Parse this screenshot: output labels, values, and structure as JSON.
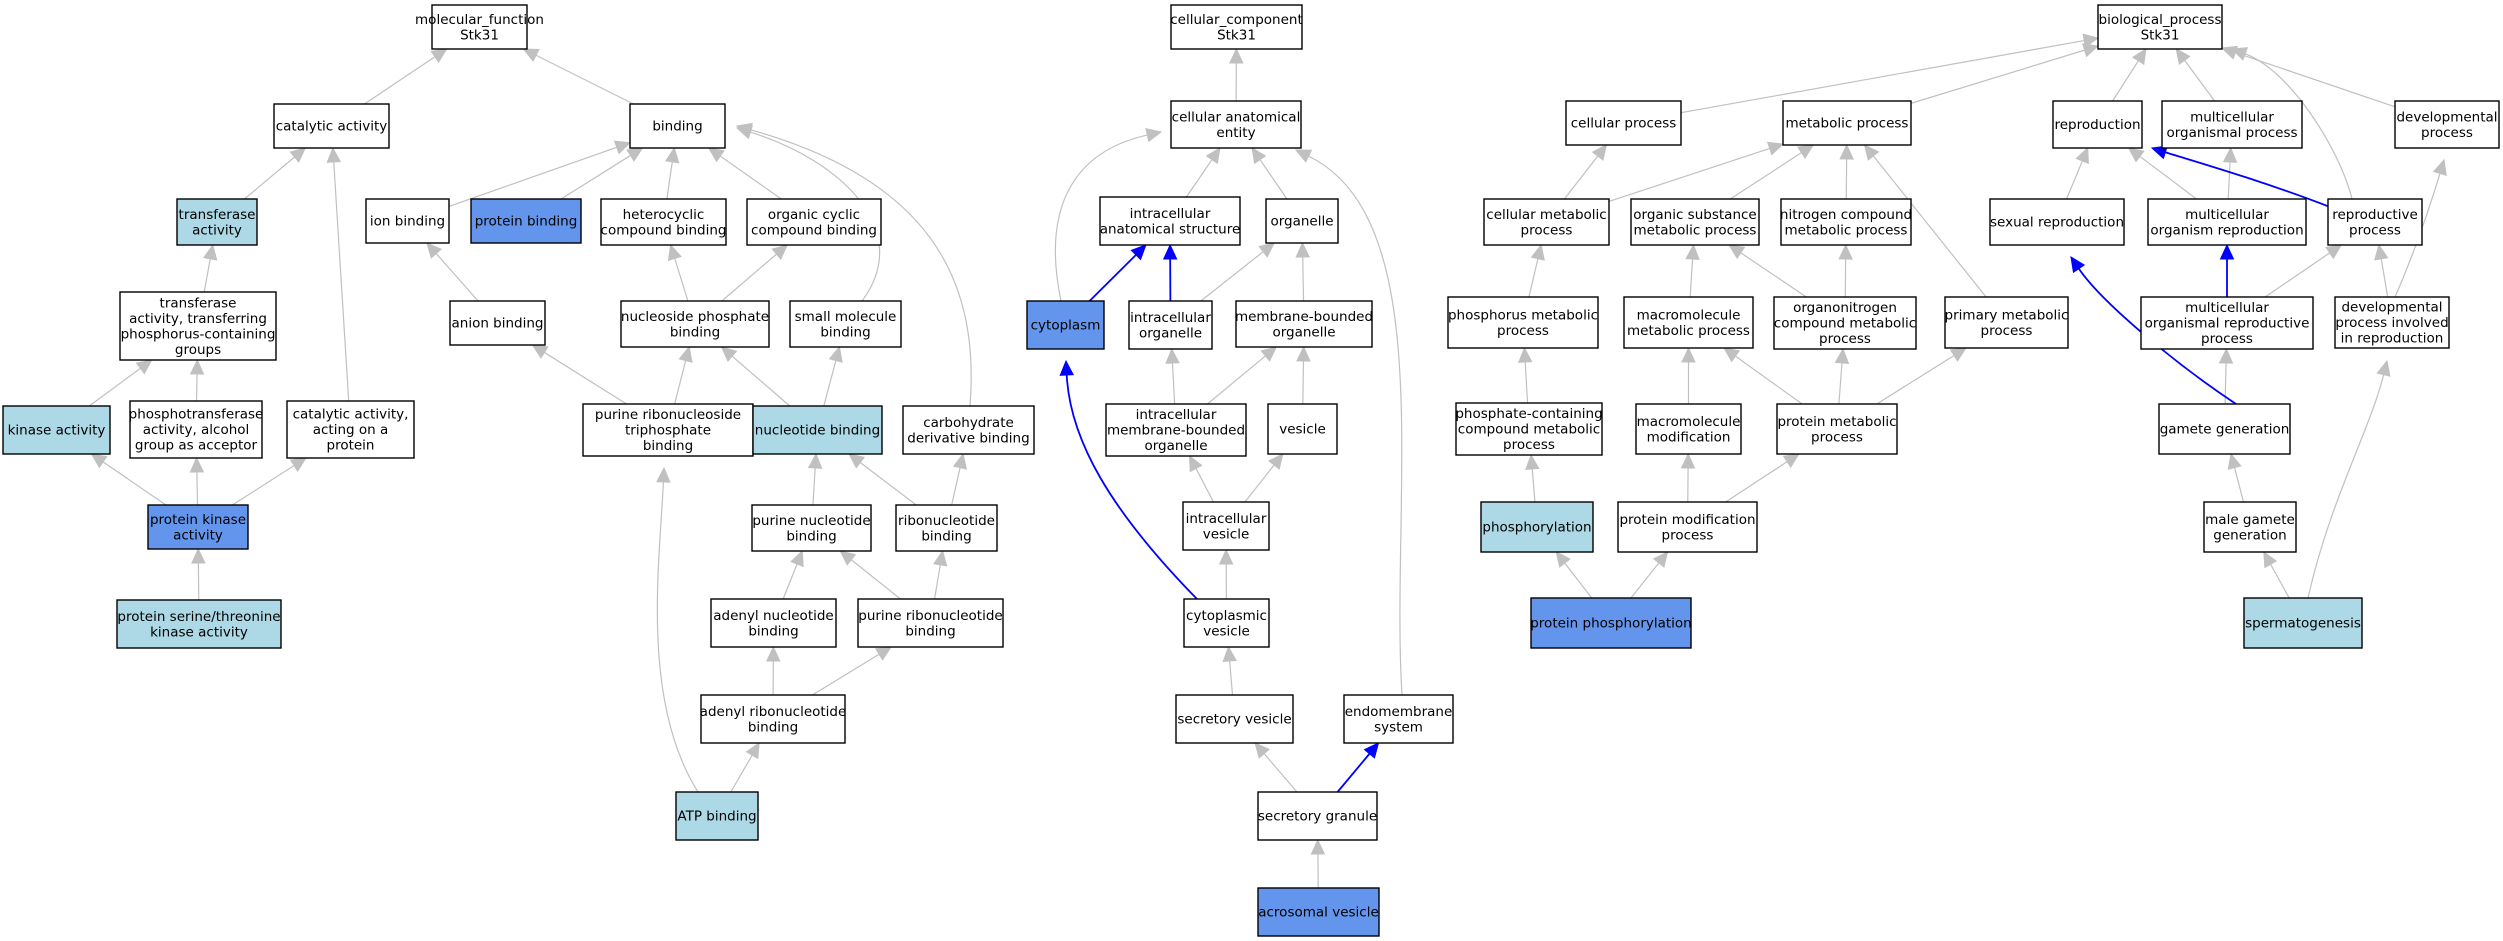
{
  "colors": {
    "plain": "#ffffff",
    "annotated": "#add8e6",
    "query": "#6495ed",
    "edge": "#c0c0c0",
    "highlight": "#0000ff"
  },
  "nodes": {
    "mf_root": {
      "label": [
        "molecular_function",
        "Stk31"
      ],
      "style": "plain"
    },
    "catalytic_activity": {
      "label": [
        "catalytic activity"
      ],
      "style": "plain"
    },
    "binding": {
      "label": [
        "binding"
      ],
      "style": "plain"
    },
    "transferase_activity": {
      "label": [
        "transferase",
        "activity"
      ],
      "style": "annotated"
    },
    "ion_binding": {
      "label": [
        "ion binding"
      ],
      "style": "plain"
    },
    "protein_binding": {
      "label": [
        "protein binding"
      ],
      "style": "query"
    },
    "heterocyclic_compound_binding": {
      "label": [
        "heterocyclic",
        "compound binding"
      ],
      "style": "plain"
    },
    "organic_cyclic_compound_binding": {
      "label": [
        "organic cyclic",
        "compound binding"
      ],
      "style": "plain"
    },
    "transferase_phosphorus": {
      "label": [
        "transferase",
        "activity, transferring",
        "phosphorus-containing",
        "groups"
      ],
      "style": "plain"
    },
    "anion_binding": {
      "label": [
        "anion binding"
      ],
      "style": "plain"
    },
    "nucleoside_phosphate_binding": {
      "label": [
        "nucleoside phosphate",
        "binding"
      ],
      "style": "plain"
    },
    "small_molecule_binding": {
      "label": [
        "small molecule",
        "binding"
      ],
      "style": "plain"
    },
    "kinase_activity": {
      "label": [
        "kinase activity"
      ],
      "style": "annotated"
    },
    "phosphotransferase_alcohol": {
      "label": [
        "phosphotransferase",
        "activity, alcohol",
        "group as acceptor"
      ],
      "style": "plain"
    },
    "catalytic_on_protein": {
      "label": [
        "catalytic activity,",
        "acting on a",
        "protein"
      ],
      "style": "plain"
    },
    "purine_ribonucleoside_triphosphate_binding": {
      "label": [
        "purine ribonucleoside",
        "triphosphate",
        "binding"
      ],
      "style": "plain"
    },
    "nucleotide_binding": {
      "label": [
        "nucleotide binding"
      ],
      "style": "annotated"
    },
    "carbohydrate_derivative_binding": {
      "label": [
        "carbohydrate",
        "derivative binding"
      ],
      "style": "plain"
    },
    "protein_kinase_activity": {
      "label": [
        "protein kinase",
        "activity"
      ],
      "style": "query"
    },
    "purine_nucleotide_binding": {
      "label": [
        "purine nucleotide",
        "binding"
      ],
      "style": "plain"
    },
    "ribonucleotide_binding": {
      "label": [
        "ribonucleotide",
        "binding"
      ],
      "style": "plain"
    },
    "ser_thr_kinase_activity": {
      "label": [
        "protein serine/threonine",
        "kinase activity"
      ],
      "style": "annotated"
    },
    "adenyl_nucleotide_binding": {
      "label": [
        "adenyl nucleotide",
        "binding"
      ],
      "style": "plain"
    },
    "purine_ribonucleotide_binding": {
      "label": [
        "purine ribonucleotide",
        "binding"
      ],
      "style": "plain"
    },
    "adenyl_ribonucleotide_binding": {
      "label": [
        "adenyl ribonucleotide",
        "binding"
      ],
      "style": "plain"
    },
    "atp_binding": {
      "label": [
        "ATP binding"
      ],
      "style": "annotated"
    },
    "cc_root": {
      "label": [
        "cellular_component",
        "Stk31"
      ],
      "style": "plain"
    },
    "cellular_anatomical_entity": {
      "label": [
        "cellular anatomical",
        "entity"
      ],
      "style": "plain"
    },
    "intracellular_anatomical_structure": {
      "label": [
        "intracellular",
        "anatomical structure"
      ],
      "style": "plain"
    },
    "organelle": {
      "label": [
        "organelle"
      ],
      "style": "plain"
    },
    "cytoplasm": {
      "label": [
        "cytoplasm"
      ],
      "style": "query"
    },
    "intracellular_organelle": {
      "label": [
        "intracellular",
        "organelle"
      ],
      "style": "plain"
    },
    "membrane_bounded_organelle": {
      "label": [
        "membrane-bounded",
        "organelle"
      ],
      "style": "plain"
    },
    "intracellular_membrane_bounded_organelle": {
      "label": [
        "intracellular",
        "membrane-bounded",
        "organelle"
      ],
      "style": "plain"
    },
    "vesicle": {
      "label": [
        "vesicle"
      ],
      "style": "plain"
    },
    "intracellular_vesicle": {
      "label": [
        "intracellular",
        "vesicle"
      ],
      "style": "plain"
    },
    "cytoplasmic_vesicle": {
      "label": [
        "cytoplasmic",
        "vesicle"
      ],
      "style": "plain"
    },
    "secretory_vesicle": {
      "label": [
        "secretory vesicle"
      ],
      "style": "plain"
    },
    "endomembrane_system": {
      "label": [
        "endomembrane",
        "system"
      ],
      "style": "plain"
    },
    "secretory_granule": {
      "label": [
        "secretory granule"
      ],
      "style": "plain"
    },
    "acrosomal_vesicle": {
      "label": [
        "acrosomal vesicle"
      ],
      "style": "query"
    },
    "bp_root": {
      "label": [
        "biological_process",
        "Stk31"
      ],
      "style": "plain"
    },
    "cellular_process": {
      "label": [
        "cellular process"
      ],
      "style": "plain"
    },
    "metabolic_process": {
      "label": [
        "metabolic process"
      ],
      "style": "plain"
    },
    "reproduction": {
      "label": [
        "reproduction"
      ],
      "style": "plain"
    },
    "multicellular_organismal_process": {
      "label": [
        "multicellular",
        "organismal process"
      ],
      "style": "plain"
    },
    "developmental_process": {
      "label": [
        "developmental",
        "process"
      ],
      "style": "plain"
    },
    "cellular_metabolic_process": {
      "label": [
        "cellular metabolic",
        "process"
      ],
      "style": "plain"
    },
    "organic_substance_metabolic_process": {
      "label": [
        "organic substance",
        "metabolic process"
      ],
      "style": "plain"
    },
    "nitrogen_compound_metabolic_process": {
      "label": [
        "nitrogen compound",
        "metabolic process"
      ],
      "style": "plain"
    },
    "sexual_reproduction": {
      "label": [
        "sexual reproduction"
      ],
      "style": "plain"
    },
    "multicellular_organism_reproduction": {
      "label": [
        "multicellular",
        "organism reproduction"
      ],
      "style": "plain"
    },
    "reproductive_process": {
      "label": [
        "reproductive",
        "process"
      ],
      "style": "plain"
    },
    "phosphorus_metabolic_process": {
      "label": [
        "phosphorus metabolic",
        "process"
      ],
      "style": "plain"
    },
    "macromolecule_metabolic_process": {
      "label": [
        "macromolecule",
        "metabolic process"
      ],
      "style": "plain"
    },
    "organonitrogen_compound_metabolic_process": {
      "label": [
        "organonitrogen",
        "compound metabolic",
        "process"
      ],
      "style": "plain"
    },
    "primary_metabolic_process": {
      "label": [
        "primary metabolic",
        "process"
      ],
      "style": "plain"
    },
    "multicellular_organismal_reproductive_process": {
      "label": [
        "multicellular",
        "organismal reproductive",
        "process"
      ],
      "style": "plain"
    },
    "developmental_process_in_reproduction": {
      "label": [
        "developmental",
        "process involved",
        "in reproduction"
      ],
      "style": "plain"
    },
    "phosphate_containing_compound_metabolic_process": {
      "label": [
        "phosphate-containing",
        "compound metabolic",
        "process"
      ],
      "style": "plain"
    },
    "macromolecule_modification": {
      "label": [
        "macromolecule",
        "modification"
      ],
      "style": "plain"
    },
    "protein_metabolic_process": {
      "label": [
        "protein metabolic",
        "process"
      ],
      "style": "plain"
    },
    "gamete_generation": {
      "label": [
        "gamete generation"
      ],
      "style": "plain"
    },
    "phosphorylation": {
      "label": [
        "phosphorylation"
      ],
      "style": "annotated"
    },
    "protein_modification_process": {
      "label": [
        "protein modification",
        "process"
      ],
      "style": "plain"
    },
    "male_gamete_generation": {
      "label": [
        "male gamete",
        "generation"
      ],
      "style": "plain"
    },
    "protein_phosphorylation": {
      "label": [
        "protein phosphorylation"
      ],
      "style": "query"
    },
    "spermatogenesis": {
      "label": [
        "spermatogenesis"
      ],
      "style": "annotated"
    }
  },
  "edges": [
    {
      "from": "catalytic_activity",
      "to": "mf_root"
    },
    {
      "from": "binding",
      "to": "mf_root"
    },
    {
      "from": "transferase_activity",
      "to": "catalytic_activity"
    },
    {
      "from": "ion_binding",
      "to": "binding"
    },
    {
      "from": "protein_binding",
      "to": "binding"
    },
    {
      "from": "heterocyclic_compound_binding",
      "to": "binding"
    },
    {
      "from": "organic_cyclic_compound_binding",
      "to": "binding"
    },
    {
      "from": "small_molecule_binding",
      "to": "binding"
    },
    {
      "from": "carbohydrate_derivative_binding",
      "to": "binding"
    },
    {
      "from": "transferase_phosphorus",
      "to": "transferase_activity"
    },
    {
      "from": "anion_binding",
      "to": "ion_binding"
    },
    {
      "from": "nucleoside_phosphate_binding",
      "to": "heterocyclic_compound_binding"
    },
    {
      "from": "nucleoside_phosphate_binding",
      "to": "organic_cyclic_compound_binding"
    },
    {
      "from": "kinase_activity",
      "to": "transferase_phosphorus"
    },
    {
      "from": "phosphotransferase_alcohol",
      "to": "transferase_phosphorus"
    },
    {
      "from": "catalytic_on_protein",
      "to": "catalytic_activity"
    },
    {
      "from": "protein_kinase_activity",
      "to": "kinase_activity"
    },
    {
      "from": "protein_kinase_activity",
      "to": "phosphotransferase_alcohol"
    },
    {
      "from": "protein_kinase_activity",
      "to": "catalytic_on_protein"
    },
    {
      "from": "ser_thr_kinase_activity",
      "to": "protein_kinase_activity"
    },
    {
      "from": "purine_ribonucleoside_triphosphate_binding",
      "to": "anion_binding"
    },
    {
      "from": "purine_ribonucleoside_triphosphate_binding",
      "to": "nucleoside_phosphate_binding"
    },
    {
      "from": "nucleotide_binding",
      "to": "nucleoside_phosphate_binding"
    },
    {
      "from": "nucleotide_binding",
      "to": "small_molecule_binding"
    },
    {
      "from": "purine_nucleotide_binding",
      "to": "nucleotide_binding"
    },
    {
      "from": "ribonucleotide_binding",
      "to": "nucleotide_binding"
    },
    {
      "from": "ribonucleotide_binding",
      "to": "carbohydrate_derivative_binding"
    },
    {
      "from": "adenyl_nucleotide_binding",
      "to": "purine_nucleotide_binding"
    },
    {
      "from": "purine_ribonucleotide_binding",
      "to": "purine_nucleotide_binding"
    },
    {
      "from": "purine_ribonucleotide_binding",
      "to": "ribonucleotide_binding"
    },
    {
      "from": "adenyl_ribonucleotide_binding",
      "to": "adenyl_nucleotide_binding"
    },
    {
      "from": "adenyl_ribonucleotide_binding",
      "to": "purine_ribonucleotide_binding"
    },
    {
      "from": "atp_binding",
      "to": "adenyl_ribonucleotide_binding"
    },
    {
      "from": "atp_binding",
      "to": "purine_ribonucleoside_triphosphate_binding"
    },
    {
      "from": "cellular_anatomical_entity",
      "to": "cc_root"
    },
    {
      "from": "intracellular_anatomical_structure",
      "to": "cellular_anatomical_entity"
    },
    {
      "from": "organelle",
      "to": "cellular_anatomical_entity"
    },
    {
      "from": "cytoplasm",
      "to": "cellular_anatomical_entity"
    },
    {
      "from": "cytoplasm",
      "to": "intracellular_anatomical_structure",
      "highlight": true
    },
    {
      "from": "intracellular_organelle",
      "to": "intracellular_anatomical_structure",
      "highlight": true
    },
    {
      "from": "intracellular_organelle",
      "to": "organelle"
    },
    {
      "from": "membrane_bounded_organelle",
      "to": "organelle"
    },
    {
      "from": "intracellular_membrane_bounded_organelle",
      "to": "intracellular_organelle"
    },
    {
      "from": "intracellular_membrane_bounded_organelle",
      "to": "membrane_bounded_organelle"
    },
    {
      "from": "vesicle",
      "to": "membrane_bounded_organelle"
    },
    {
      "from": "intracellular_vesicle",
      "to": "intracellular_membrane_bounded_organelle"
    },
    {
      "from": "intracellular_vesicle",
      "to": "vesicle"
    },
    {
      "from": "cytoplasmic_vesicle",
      "to": "intracellular_vesicle"
    },
    {
      "from": "cytoplasmic_vesicle",
      "to": "cytoplasm",
      "highlight": true
    },
    {
      "from": "secretory_vesicle",
      "to": "cytoplasmic_vesicle"
    },
    {
      "from": "endomembrane_system",
      "to": "cellular_anatomical_entity"
    },
    {
      "from": "secretory_granule",
      "to": "secretory_vesicle"
    },
    {
      "from": "secretory_granule",
      "to": "endomembrane_system",
      "highlight": true
    },
    {
      "from": "acrosomal_vesicle",
      "to": "secretory_granule"
    },
    {
      "from": "cellular_process",
      "to": "bp_root"
    },
    {
      "from": "metabolic_process",
      "to": "bp_root"
    },
    {
      "from": "reproduction",
      "to": "bp_root"
    },
    {
      "from": "multicellular_organismal_process",
      "to": "bp_root"
    },
    {
      "from": "developmental_process",
      "to": "bp_root"
    },
    {
      "from": "reproductive_process",
      "to": "bp_root"
    },
    {
      "from": "cellular_metabolic_process",
      "to": "cellular_process"
    },
    {
      "from": "cellular_metabolic_process",
      "to": "metabolic_process"
    },
    {
      "from": "organic_substance_metabolic_process",
      "to": "metabolic_process"
    },
    {
      "from": "nitrogen_compound_metabolic_process",
      "to": "metabolic_process"
    },
    {
      "from": "primary_metabolic_process",
      "to": "metabolic_process"
    },
    {
      "from": "sexual_reproduction",
      "to": "reproduction"
    },
    {
      "from": "multicellular_organism_reproduction",
      "to": "reproduction"
    },
    {
      "from": "multicellular_organism_reproduction",
      "to": "multicellular_organismal_process"
    },
    {
      "from": "reproductive_process",
      "to": "reproduction",
      "highlight": true
    },
    {
      "from": "phosphorus_metabolic_process",
      "to": "cellular_metabolic_process"
    },
    {
      "from": "macromolecule_metabolic_process",
      "to": "organic_substance_metabolic_process"
    },
    {
      "from": "organonitrogen_compound_metabolic_process",
      "to": "organic_substance_metabolic_process"
    },
    {
      "from": "organonitrogen_compound_metabolic_process",
      "to": "nitrogen_compound_metabolic_process"
    },
    {
      "from": "multicellular_organismal_reproductive_process",
      "to": "multicellular_organism_reproduction",
      "highlight": true
    },
    {
      "from": "multicellular_organismal_reproductive_process",
      "to": "reproductive_process"
    },
    {
      "from": "developmental_process_in_reproduction",
      "to": "reproductive_process"
    },
    {
      "from": "developmental_process_in_reproduction",
      "to": "developmental_process"
    },
    {
      "from": "phosphate_containing_compound_metabolic_process",
      "to": "phosphorus_metabolic_process"
    },
    {
      "from": "macromolecule_modification",
      "to": "macromolecule_metabolic_process"
    },
    {
      "from": "protein_metabolic_process",
      "to": "macromolecule_metabolic_process"
    },
    {
      "from": "protein_metabolic_process",
      "to": "organonitrogen_compound_metabolic_process"
    },
    {
      "from": "protein_metabolic_process",
      "to": "primary_metabolic_process"
    },
    {
      "from": "gamete_generation",
      "to": "multicellular_organismal_reproductive_process"
    },
    {
      "from": "gamete_generation",
      "to": "sexual_reproduction",
      "highlight": true
    },
    {
      "from": "phosphorylation",
      "to": "phosphate_containing_compound_metabolic_process"
    },
    {
      "from": "protein_modification_process",
      "to": "macromolecule_modification"
    },
    {
      "from": "protein_modification_process",
      "to": "protein_metabolic_process"
    },
    {
      "from": "male_gamete_generation",
      "to": "gamete_generation"
    },
    {
      "from": "protein_phosphorylation",
      "to": "phosphorylation"
    },
    {
      "from": "protein_phosphorylation",
      "to": "protein_modification_process"
    },
    {
      "from": "spermatogenesis",
      "to": "male_gamete_generation"
    },
    {
      "from": "spermatogenesis",
      "to": "developmental_process_in_reproduction"
    }
  ]
}
